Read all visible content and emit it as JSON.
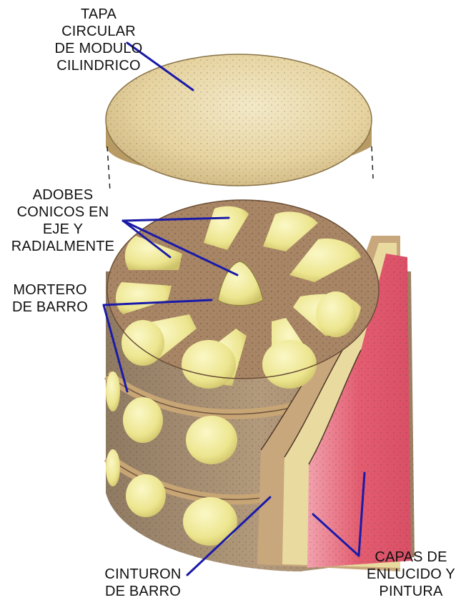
{
  "labels": {
    "tapa": {
      "lines": [
        "TAPA",
        "CIRCULAR",
        "DE MODULO",
        "CILINDRICO"
      ]
    },
    "adobes": {
      "lines": [
        "ADOBES",
        "CONICOS EN",
        "EJE Y",
        "RADIALMENTE"
      ]
    },
    "mortero": {
      "lines": [
        "MORTERO",
        "DE BARRO"
      ]
    },
    "cinturon": {
      "lines": [
        "CINTURON",
        "DE BARRO"
      ]
    },
    "capas": {
      "lines": [
        "CAPAS DE",
        "ENLUCIDO Y",
        "PINTURA"
      ]
    }
  },
  "colors": {
    "leader": "#1a1aa8",
    "lid": "#e8d7a6",
    "adobe": "#f0ec9c",
    "mortar": "#9c7a5c",
    "plaster_red": "#e46a7a",
    "plaster_tan": "#c9a77c"
  }
}
